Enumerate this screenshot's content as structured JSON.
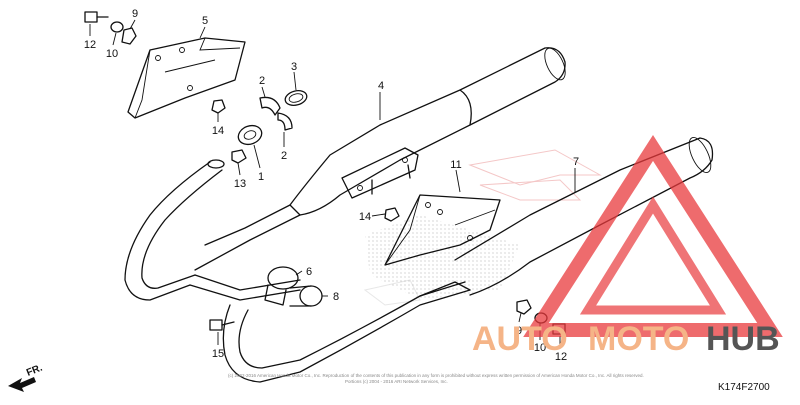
{
  "diagram": {
    "part_labels": [
      "1",
      "2",
      "2",
      "3",
      "4",
      "5",
      "6",
      "7",
      "8",
      "9",
      "9",
      "10",
      "10",
      "11",
      "12",
      "12",
      "13",
      "14",
      "14",
      "15"
    ],
    "direction_label": "FR.",
    "diagram_code": "K174F2700",
    "copyright_line_1": "(c) 2002-2016 American Honda Motor Co., Inc. Reproduction of the contents of this publication in any form is prohibited without express written permission of American Honda Motor Co., Inc. All rights reserved.",
    "copyright_line_2": "Portions (c) 2004 - 2016 ARI Network Services, Inc.",
    "watermark": {
      "word_part_1": "AUTO",
      "word_part_2": "MOTO",
      "word_part_3": "HUB",
      "color_light": "#f5b487",
      "color_dark": "#555555",
      "triangle_color": "#e8393c"
    }
  }
}
